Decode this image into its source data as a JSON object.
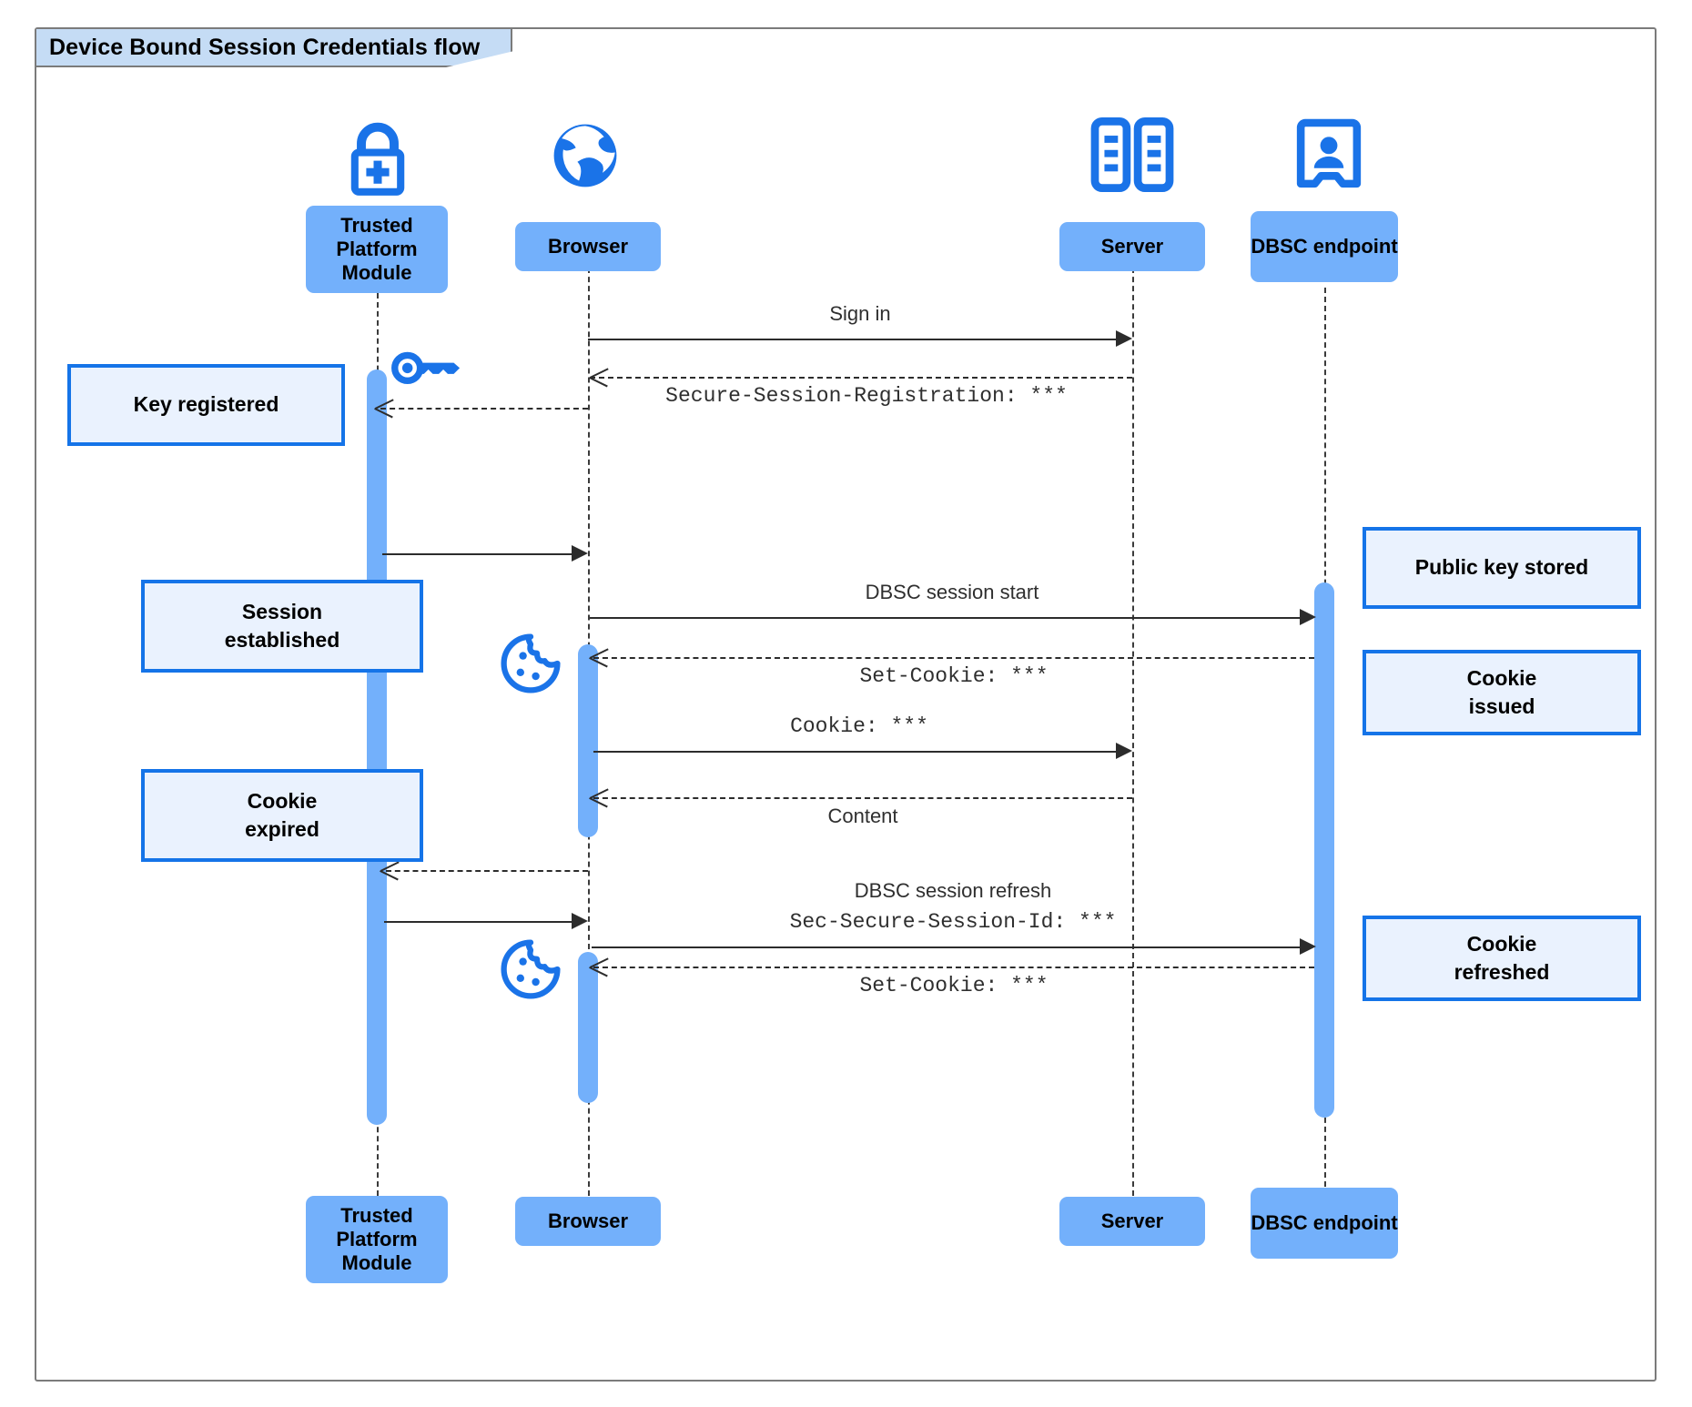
{
  "frame": {
    "title": "Device Bound Session Credentials flow"
  },
  "participants": [
    {
      "id": "tpm",
      "name": "Trusted Platform Module",
      "icon": "lock-plus-icon"
    },
    {
      "id": "browser",
      "name": "Browser",
      "icon": "globe-icon"
    },
    {
      "id": "server",
      "name": "Server",
      "icon": "server-rack-icon"
    },
    {
      "id": "dbsc",
      "name": "DBSC endpoint",
      "icon": "id-badge-icon"
    }
  ],
  "notes": [
    {
      "id": "key-registered",
      "text": "Key registered"
    },
    {
      "id": "session-established",
      "line1": "Session",
      "line2": "established"
    },
    {
      "id": "cookie-expired",
      "line1": "Cookie",
      "line2": "expired"
    },
    {
      "id": "public-key-stored",
      "text": "Public key stored"
    },
    {
      "id": "cookie-issued",
      "line1": "Cookie",
      "line2": "issued"
    },
    {
      "id": "cookie-refreshed",
      "line1": "Cookie",
      "line2": "refreshed"
    }
  ],
  "messages": [
    {
      "id": "sign-in",
      "label": "Sign in",
      "style": "prop",
      "from": "browser",
      "to": "server",
      "kind": "solid"
    },
    {
      "id": "secure-session-registration",
      "label": "Secure-Session-Registration: ***",
      "style": "mono",
      "from": "server",
      "to": "browser",
      "kind": "dashed"
    },
    {
      "id": "tpm-to-browser-key",
      "label": "",
      "style": "prop",
      "from": "tpm",
      "to": "browser",
      "kind": "solid"
    },
    {
      "id": "dbsc-session-start",
      "label": "DBSC session start",
      "style": "prop",
      "from": "browser",
      "to": "dbsc",
      "kind": "solid"
    },
    {
      "id": "set-cookie-1",
      "label": "Set-Cookie: ***",
      "style": "mono",
      "from": "dbsc",
      "to": "browser",
      "kind": "dashed"
    },
    {
      "id": "cookie-request",
      "label": "Cookie: ***",
      "style": "mono",
      "from": "browser",
      "to": "server",
      "kind": "solid"
    },
    {
      "id": "content",
      "label": "Content",
      "style": "prop",
      "from": "server",
      "to": "browser",
      "kind": "dashed"
    },
    {
      "id": "browser-to-tpm-expire",
      "label": "",
      "style": "prop",
      "from": "browser",
      "to": "tpm",
      "kind": "dashed"
    },
    {
      "id": "tpm-to-browser-refresh",
      "label": "",
      "style": "prop",
      "from": "tpm",
      "to": "browser",
      "kind": "solid"
    },
    {
      "id": "dbsc-session-refresh",
      "label1": "DBSC session refresh",
      "label2": "Sec-Secure-Session-Id: ***",
      "style": "mixed",
      "from": "browser",
      "to": "dbsc",
      "kind": "solid"
    },
    {
      "id": "set-cookie-2",
      "label": "Set-Cookie: ***",
      "style": "mono",
      "from": "dbsc",
      "to": "browser",
      "kind": "dashed"
    }
  ],
  "icons": [
    {
      "id": "key-icon",
      "name": "key-icon"
    },
    {
      "id": "cookie-icon-1",
      "name": "cookie-icon"
    },
    {
      "id": "cookie-icon-2",
      "name": "cookie-icon"
    }
  ],
  "colors": {
    "participant_fill": "#73b0fb",
    "note_fill": "#eaf2fe",
    "note_border": "#1574e8",
    "icon_blue": "#1a73e8",
    "frame_border": "#7b7b7b",
    "title_tab_fill": "#c5dcf5",
    "line": "#2c2c2c"
  }
}
